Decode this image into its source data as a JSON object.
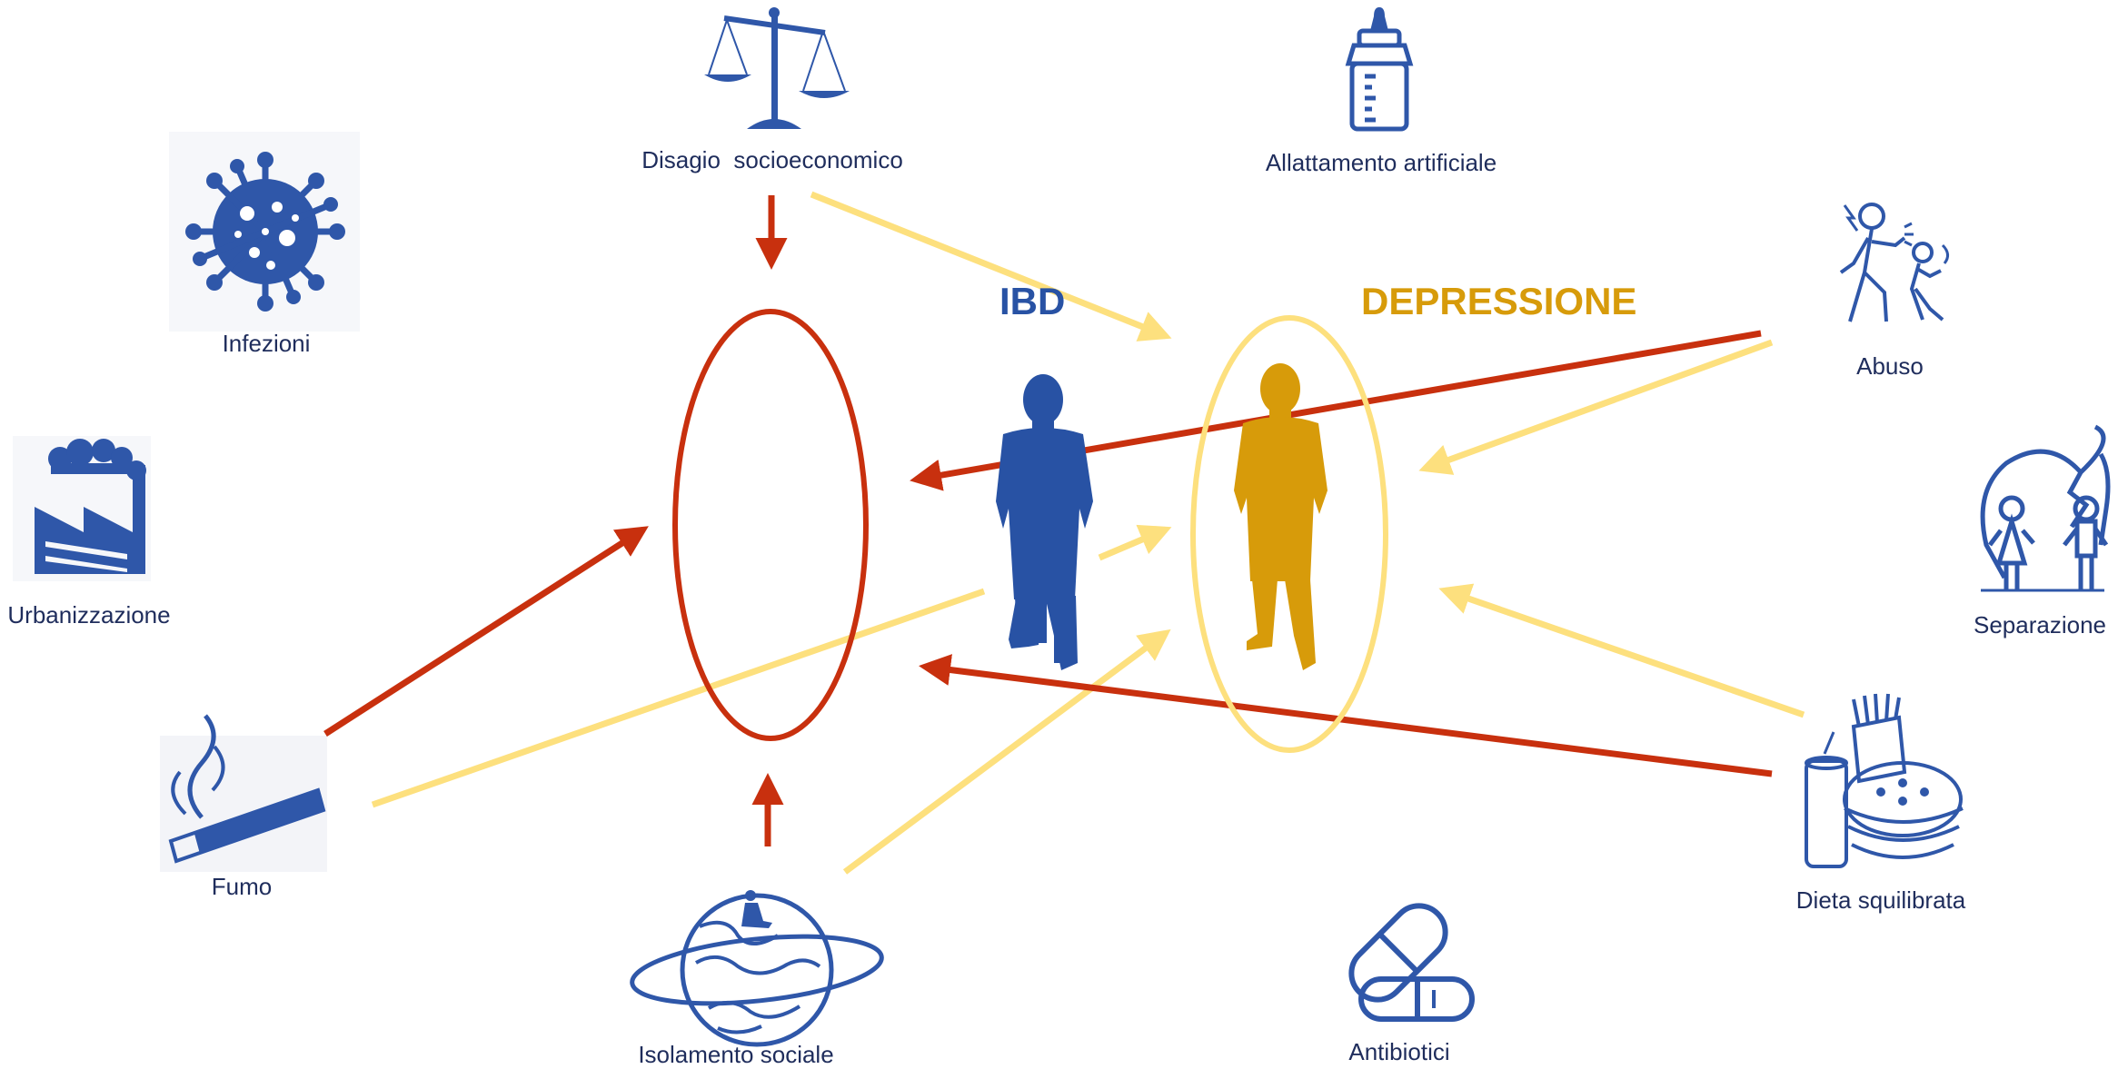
{
  "titles": {
    "ibd": "IBD",
    "depression": "DEPRESSIONE"
  },
  "factors": {
    "disagio": "Disagio  socioeconomico",
    "allattamento": "Allattamento artificiale",
    "infezioni": "Infezioni",
    "urbanizzazione": "Urbanizzazione",
    "fumo": "Fumo",
    "isolamento": "Isolamento sociale",
    "antibiotici": "Antibiotici",
    "abuso": "Abuso",
    "separazione": "Separazione",
    "dieta": "Dieta squilibrata"
  },
  "colors": {
    "ibd": "#2852a4",
    "depression": "#d79b0a",
    "ibd_arrow": "#c8300e",
    "depression_arrow": "#fde07e",
    "icon": "#2f57a9"
  }
}
